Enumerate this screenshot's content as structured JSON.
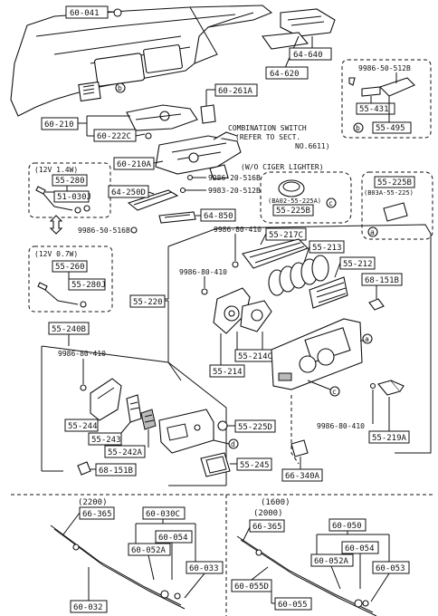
{
  "parts": {
    "p60_041": "60-041",
    "p64_640": "64-640",
    "p64_620": "64-620",
    "p9986_50_512B_top": "9986-50-512B",
    "p55_431": "55-431",
    "p55_495": "55-495",
    "p60_261A": "60-261A",
    "p60_210": "60-210",
    "p60_222C": "60-222C",
    "p60_210A": "60-210A",
    "p9986_20_516B": "9986-20-516B",
    "p9983_20_512B": "9983-20-512B",
    "p55_280": "55-280",
    "p51_030J": "51-030J",
    "p64_250D": "64-250D",
    "p64_850": "64-850",
    "p9986_50_516B": "9986-50-516B",
    "p55_225B_sub": "55-225B",
    "p55_225B_right": "55-225B",
    "p55_260": "55-260",
    "p55_280J": "55-280J",
    "p55_240B": "55-240B",
    "p9986_80_410_a": "9986-80-410",
    "p55_217C": "55-217C",
    "p55_213": "55-213",
    "p55_212": "55-212",
    "p9986_80_410_b": "9986-80-410",
    "p68_151B_right": "68-151B",
    "p55_220": "55-220",
    "p55_214C": "55-214C",
    "p55_214": "55-214",
    "p9986_80_410_c": "9986-80-410",
    "p55_244": "55-244",
    "p55_243": "55-243",
    "p55_242A": "55-242A",
    "p68_151B_left": "68-151B",
    "p55_225D": "55-225D",
    "p55_245": "55-245",
    "p9986_80_410_d": "9986-80-410",
    "p55_219A": "55-219A",
    "p66_340A": "66-340A",
    "p66_365_left": "66-365",
    "p60_030C": "60-030C",
    "p60_054_left": "60-054",
    "p60_052A_left": "60-052A",
    "p60_033": "60-033",
    "p60_032": "60-032",
    "p66_365_right": "66-365",
    "p60_050": "60-050",
    "p60_054_right": "60-054",
    "p60_052A_right": "60-052A",
    "p60_053": "60-053",
    "p60_055D": "60-055D",
    "p60_055": "60-055"
  },
  "notes": {
    "combo_line1": "COMBINATION SWITCH",
    "combo_line2": "(REFER TO SECT.",
    "combo_line3": "NO.6611)",
    "wo_cigar": "(W/O CIGER LIGHTER)",
    "twelve_v_14": "(12V 1.4W)",
    "twelve_v_07": "(12V 0.7W)",
    "ba02_note": "(BA02-55-225A)",
    "b03a_note": "(B03A-55-225)",
    "v2200": "(2200)",
    "v1600": "(1600)",
    "v2000": "(2000)"
  },
  "callouts": {
    "a": "a",
    "b": "b",
    "c": "c",
    "d": "d"
  }
}
